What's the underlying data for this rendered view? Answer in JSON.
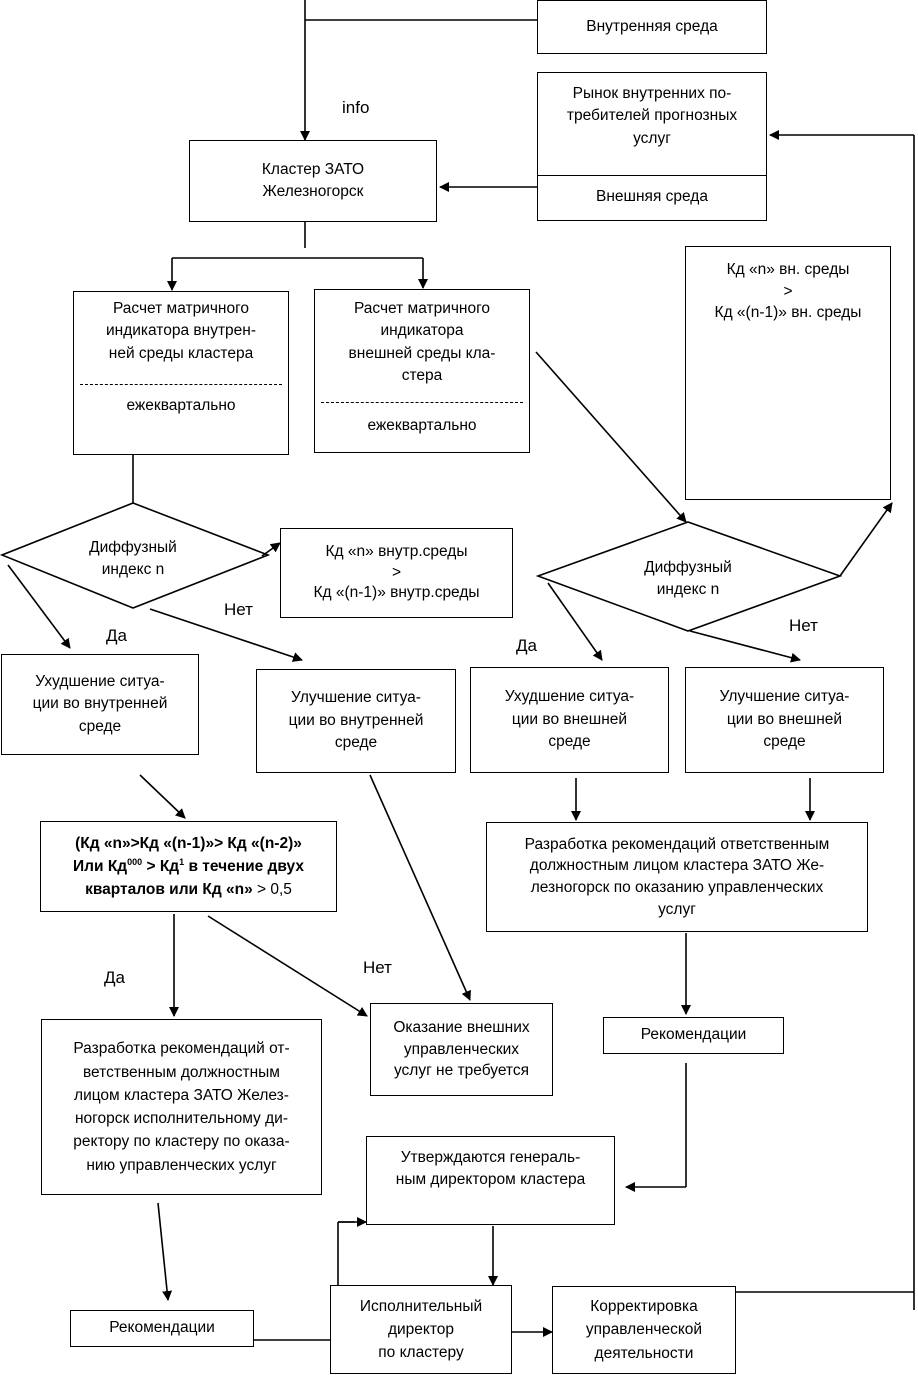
{
  "boxes": {
    "inner_env": "Внутренняя среда",
    "market": "Рынок внутренних по-\nтребителей прогнозных\nуслуг",
    "outer_env": "Внешняя среда",
    "cluster": "Кластер ЗАТО\nЖелезногорск",
    "calc_inner": "Расчет матричного\nиндикатора внутрен-\nней среды кластера",
    "calc_inner_period": "ежеквартально",
    "calc_outer": "Расчет матричного\nиндикатора\nвнешней среды кла-\nстера",
    "calc_outer_period": "ежеквартально",
    "kd_outer": "Кд «n» вн. среды\n>\nКд «(n-1)» вн.  среды",
    "kd_inner": "Кд «n» внутр.среды\n>\nКд «(n-1)» внутр.среды",
    "diff_left": "Диффузный\nиндекс n",
    "diff_right": "Диффузный\nиндекс n",
    "worse_inner": "Ухудшение ситуа-\nции во внутренней\nсреде",
    "better_inner": "Улучшение ситуа-\nции во внутренней\nсреде",
    "worse_outer": "Ухудшение ситуа-\nции во внешней\nсреде",
    "better_outer": "Улучшение ситуа-\nции во внешней\nсреде",
    "condition_l1": "(Кд «n»>Кд «(n-1)»> Кд «(n-2)»",
    "condition_l2a": "Или Кд",
    "condition_sup1": "000",
    "condition_l2b": " > Кд",
    "condition_sup2": "1",
    "condition_l2c": " в течение двух",
    "condition_l3a": "кварталов или Кд «n» ",
    "condition_l3b": "> 0,5",
    "dev_outer": "Разработка рекомендаций ответственным\nдолжностным лицом кластера ЗАТО Же-\nлезногорск по оказанию управленческих\nуслуг",
    "rec_right": "Рекомендации",
    "no_services": "Оказание внешних\nуправленческих\nуслуг не требуется",
    "dev_inner": "Разработка рекомендаций от-\nветственным должностным\nлицом кластера ЗАТО Желез-\nногорск исполнительному ди-\nректору  по кластеру по оказа-\nнию управленческих услуг",
    "approved": "Утверждаются генераль-\nным директором кластера",
    "rec_left": "Рекомендации",
    "exec_dir": "Исполнительный\nдиректор\nпо кластеру",
    "correction": "Корректировка\nуправленческой\nдеятельности"
  },
  "labels": {
    "info": "info",
    "yes_left": "Да",
    "no_left": "Нет",
    "yes_right": "Да",
    "no_right": "Нет",
    "yes_cond": "Да",
    "no_cond": "Нет"
  }
}
